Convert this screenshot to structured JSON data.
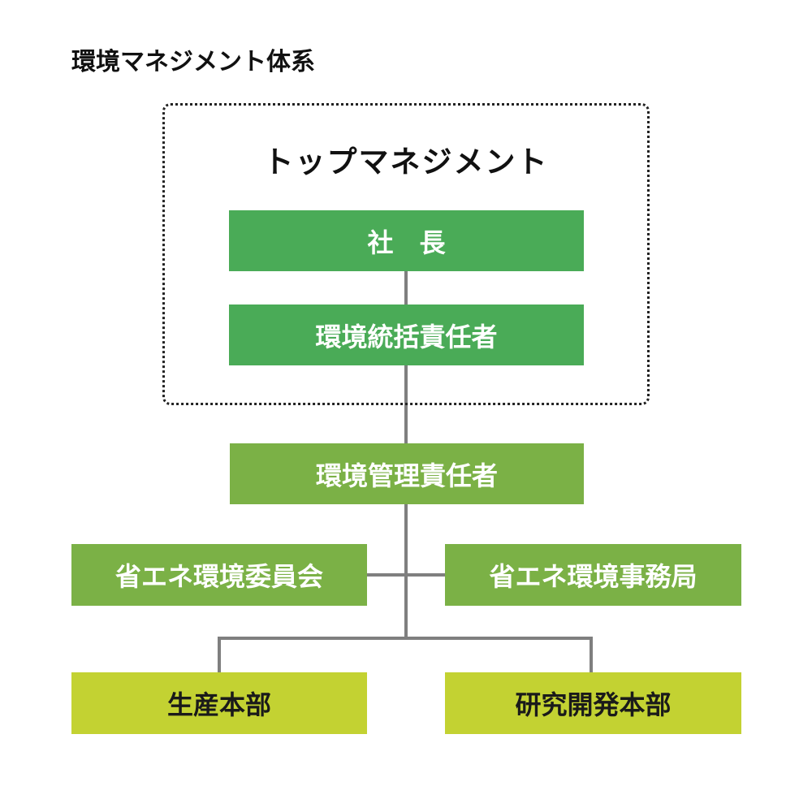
{
  "title": "環境マネジメント体系",
  "top_group": {
    "label": "トップマネジメント"
  },
  "nodes": {
    "president": "社　長",
    "env_general_manager": "環境統括責任者",
    "env_manager": "環境管理責任者",
    "energy_committee": "省エネ環境委員会",
    "energy_office": "省エネ環境事務局",
    "production_division": "生産本部",
    "rd_division": "研究開発本部"
  },
  "colors": {
    "top_nodes": "#4aab57",
    "manager_tier": "#7bb146",
    "division_tier": "#c3d232",
    "connector": "#7f7f7f"
  }
}
